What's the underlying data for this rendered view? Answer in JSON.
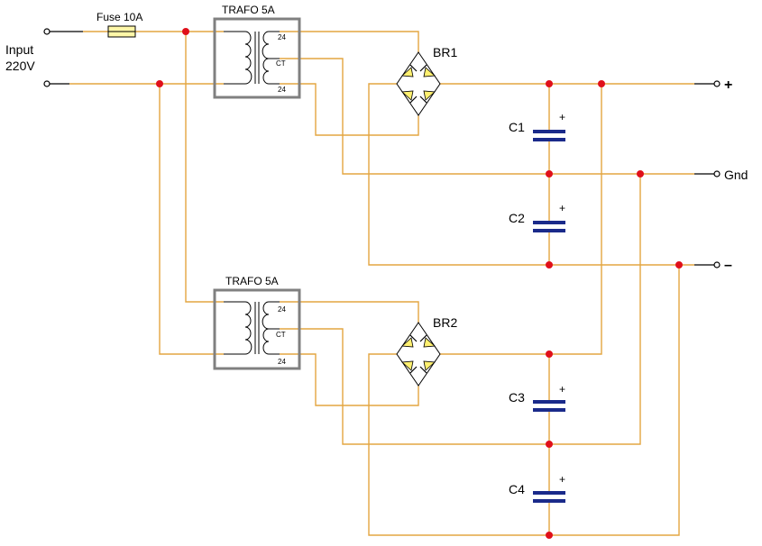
{
  "input": {
    "label": "Input",
    "voltage": "220V"
  },
  "fuse": {
    "label": "Fuse 10A"
  },
  "transformers": [
    {
      "label": "TRAFO 5A",
      "taps": [
        "24",
        "CT",
        "24"
      ]
    },
    {
      "label": "TRAFO 5A",
      "taps": [
        "24",
        "CT",
        "24"
      ]
    }
  ],
  "bridges": [
    "BR1",
    "BR2"
  ],
  "capacitors": [
    {
      "label": "C1",
      "polarity": "+"
    },
    {
      "label": "C2",
      "polarity": "+"
    },
    {
      "label": "C3",
      "polarity": "+"
    },
    {
      "label": "C4",
      "polarity": "+"
    }
  ],
  "outputs": {
    "positive": "+",
    "ground": "Gnd",
    "negative": "–"
  },
  "colors": {
    "wire": "#e3a640",
    "wire_black": "#000000",
    "junction": "#e0101a",
    "capacitor": "#1a2a8a",
    "fuse": "#fff7a8",
    "trafo_box": "#808080",
    "diode": "#fff070"
  }
}
